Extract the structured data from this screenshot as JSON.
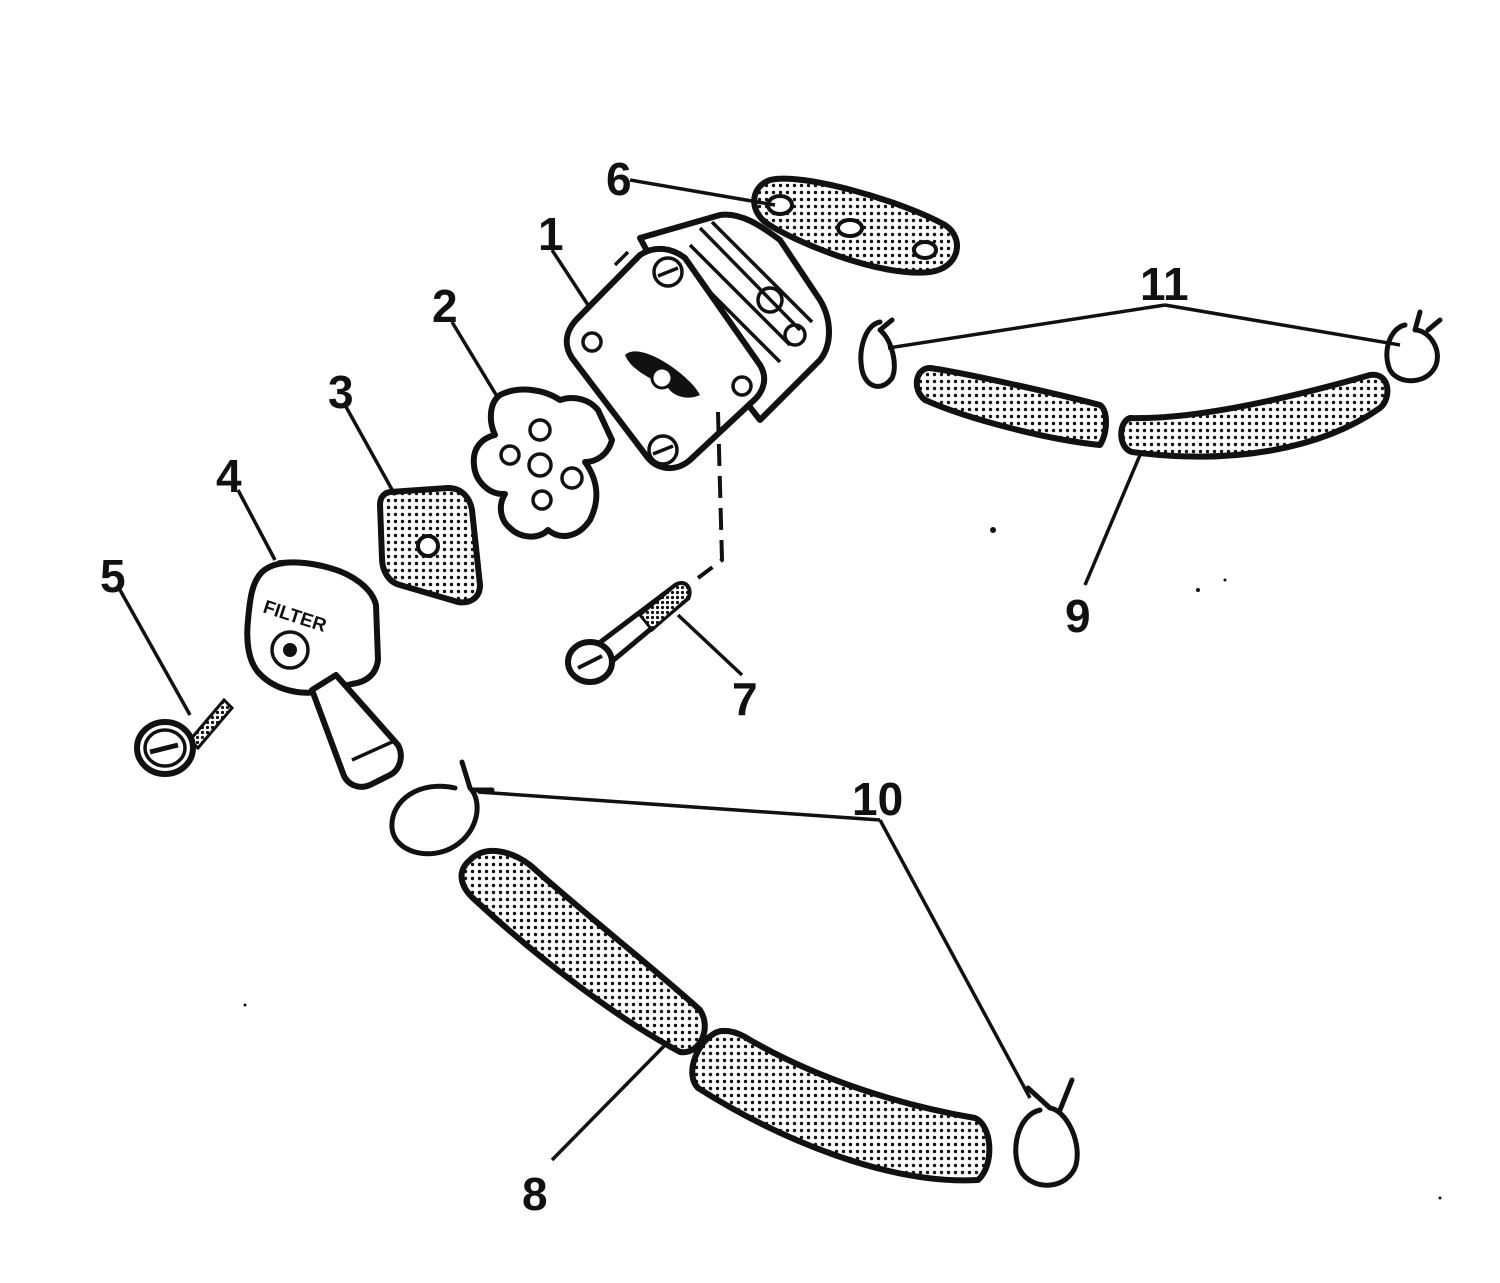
{
  "diagram": {
    "labels": {
      "l1": "1",
      "l2": "2",
      "l3": "3",
      "l4": "4",
      "l5": "5",
      "l6": "6",
      "l7": "7",
      "l8": "8",
      "l9": "9",
      "l10": "10",
      "l11": "11"
    },
    "filter_text": "FILTER",
    "ink_color": "#111111",
    "background_color": "#ffffff"
  }
}
